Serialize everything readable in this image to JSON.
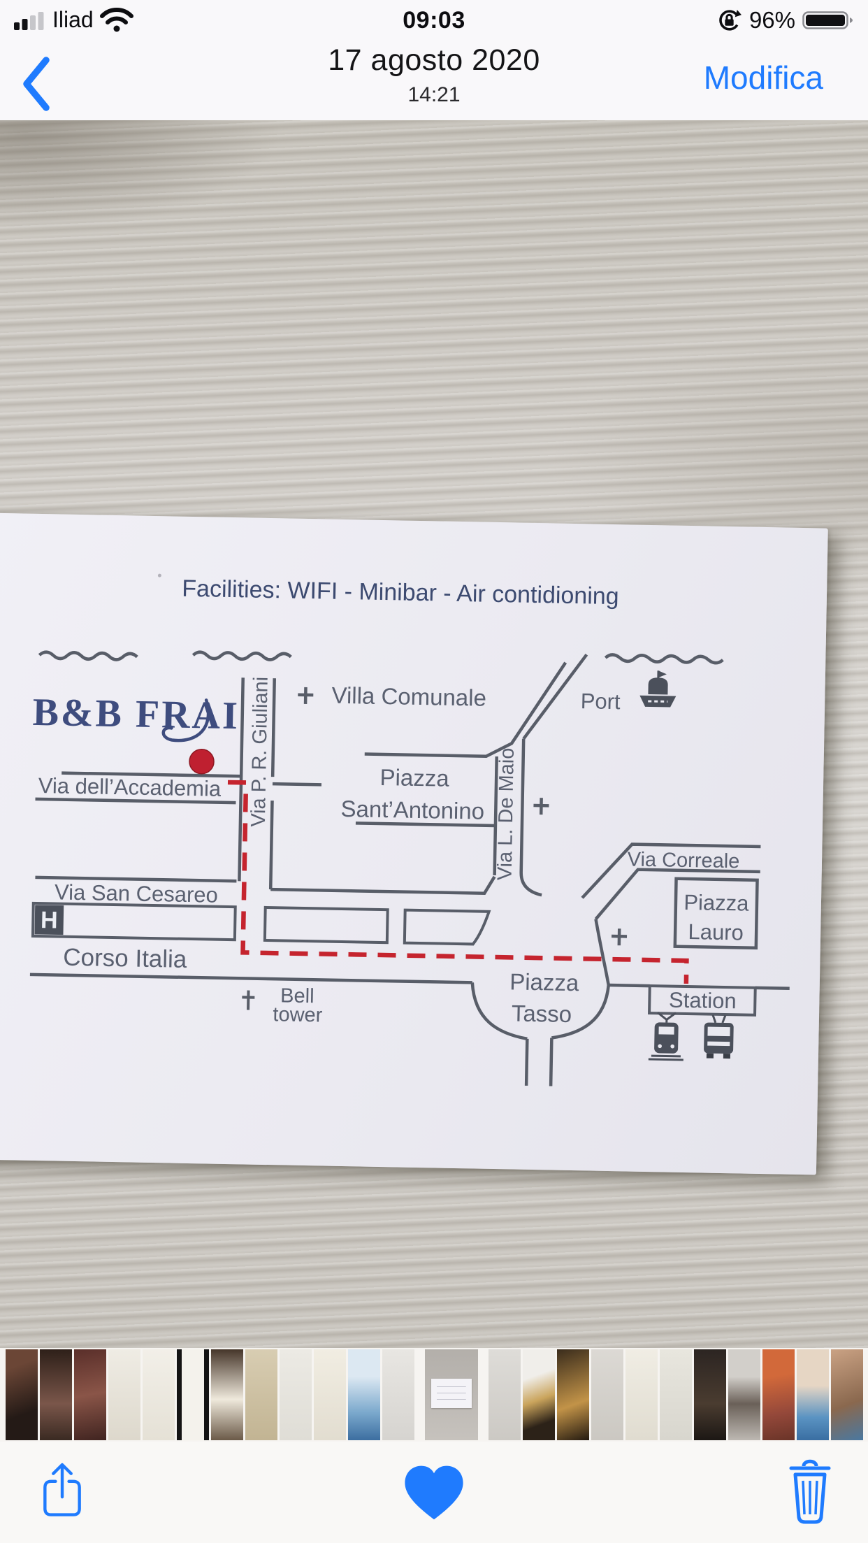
{
  "status_bar": {
    "carrier": "Iliad",
    "time": "09:03",
    "battery_percent": "96%"
  },
  "nav_bar": {
    "title": "17 agosto 2020",
    "subtitle": "14:21",
    "edit_button": "Modifica"
  },
  "map_card": {
    "labels": {
      "facilities": "Facilities: WIFI - Minibar - Air contidioning",
      "brand": "B&B FRAI",
      "villa_comunale": "Villa Comunale",
      "port": "Port",
      "via_giuliani": "Via P. R. Giuliani",
      "via_accademia": "Via dell’Accademia",
      "piazza_santantonino_line1": "Piazza",
      "piazza_santantonino_line2": "Sant’Antonino",
      "via_de_maio": "Via L. De Maio",
      "via_correale": "Via Correale",
      "piazza_lauro_line1": "Piazza",
      "piazza_lauro_line2": "Lauro",
      "via_san_cesareo": "Via San Cesareo",
      "hotel_marker": "H",
      "corso_italia": "Corso Italia",
      "bell_tower_line1": "Bell",
      "bell_tower_line2": "tower",
      "piazza_tasso_line1": "Piazza",
      "piazza_tasso_line2": "Tasso",
      "station": "Station"
    },
    "colors": {
      "ink": "#585d68",
      "brand_navy": "#3e4c7e",
      "facilities_navy": "#3c4a70",
      "route_red": "#c5242e",
      "marker_red": "#bf2030"
    }
  },
  "toolbar": {
    "share_icon": "share",
    "favorite_icon": "heart-filled",
    "delete_icon": "trash"
  },
  "thumbnails": [
    {
      "bg": "linear-gradient(160deg,#6b4636 20%,#241a16 70%)"
    },
    {
      "bg": "linear-gradient(180deg,#2e2019,#7a564a 60%,#3a2a22)"
    },
    {
      "bg": "linear-gradient(170deg,#5a2f2a,#8a5548 50%,#402420)"
    },
    {
      "bg": "linear-gradient(180deg,#efece4,#ddd8cc)"
    },
    {
      "bg": "linear-gradient(180deg,#f2efe8,#e5e1d6)"
    },
    {
      "bg": "linear-gradient(90deg,#141414 15%,#f4f2ec 15%,#f4f2ec 85%,#141414 85%)"
    },
    {
      "bg": "linear-gradient(180deg,#46362a,#efe9dc 55%,#6b5a48)"
    },
    {
      "bg": "linear-gradient(180deg,#d8cdb2,#c2b493)"
    },
    {
      "bg": "linear-gradient(180deg,#eceae4,#dfddd6)"
    },
    {
      "bg": "linear-gradient(180deg,#f1ede2,#e2ddd0)"
    },
    {
      "bg": "linear-gradient(180deg,#dce8f2 30%,#7aa8cc 70%,#3c6ea0)"
    },
    {
      "bg": "linear-gradient(180deg,#e8e6e2,#d6d4d0)"
    },
    {
      "bg": "linear-gradient(180deg,#b3afaa,#c6c2bd)",
      "current": true
    },
    {
      "bg": "linear-gradient(180deg,#dedcd8,#ccc9c4)"
    },
    {
      "bg": "linear-gradient(160deg,#f0eeea 30%,#caa45c 55%,#2c2218 80%)"
    },
    {
      "bg": "linear-gradient(160deg,#3a2c1c,#c29348 60%,#241a10)"
    },
    {
      "bg": "linear-gradient(180deg,#dcd9d4,#cbc8c2)"
    },
    {
      "bg": "linear-gradient(180deg,#f0ede4,#e0dcd0)"
    },
    {
      "bg": "linear-gradient(180deg,#e8e6de,#d8d6ce)"
    },
    {
      "bg": "linear-gradient(180deg,#2c2522,#4a3c30 60%,#1c1714)"
    },
    {
      "bg": "linear-gradient(180deg,#d2cfca 30%,#6a6058 60%,#bdb8b2)"
    },
    {
      "bg": "linear-gradient(170deg,#d2693a 30%,#94483a 70%,#6a3428)"
    },
    {
      "bg": "linear-gradient(180deg,#e6d6c4 40%,#5a93c2 75%,#3a6ea2)"
    },
    {
      "bg": "linear-gradient(160deg,#caa284,#8a684e 60%,#4a78a0)"
    }
  ]
}
